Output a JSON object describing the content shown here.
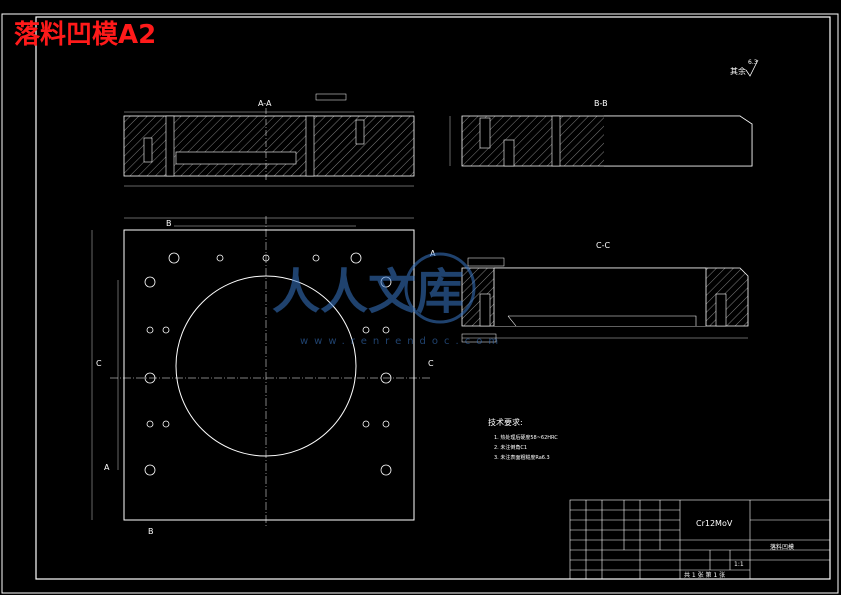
{
  "title": "落料凹模A2",
  "colors": {
    "background": "#000000",
    "title": "#ff1a1a",
    "lines": "#ffffff",
    "accent": "#00ff00",
    "watermark": "#3a78c8"
  },
  "views": {
    "section_aa": "A-A",
    "section_bb": "B-B",
    "section_cc": "C-C",
    "label_a": "A",
    "label_b": "B",
    "label_c": "C"
  },
  "roughness": {
    "note": "其余",
    "value": "6.3"
  },
  "tech_requirements": {
    "heading": "技术要求:",
    "items": [
      "1. 热处理后硬度58~62HRC",
      "2. 未注倒角C1",
      "3. 未注表面粗糙度Ra6.3"
    ]
  },
  "title_block": {
    "material": "Cr12MoV",
    "designation": "落料凹模",
    "scale": "1:1",
    "sheet_info": "共 1 张 第 1 张"
  },
  "watermark": {
    "text": "人人文库",
    "url": "www.renrendoc.com"
  }
}
